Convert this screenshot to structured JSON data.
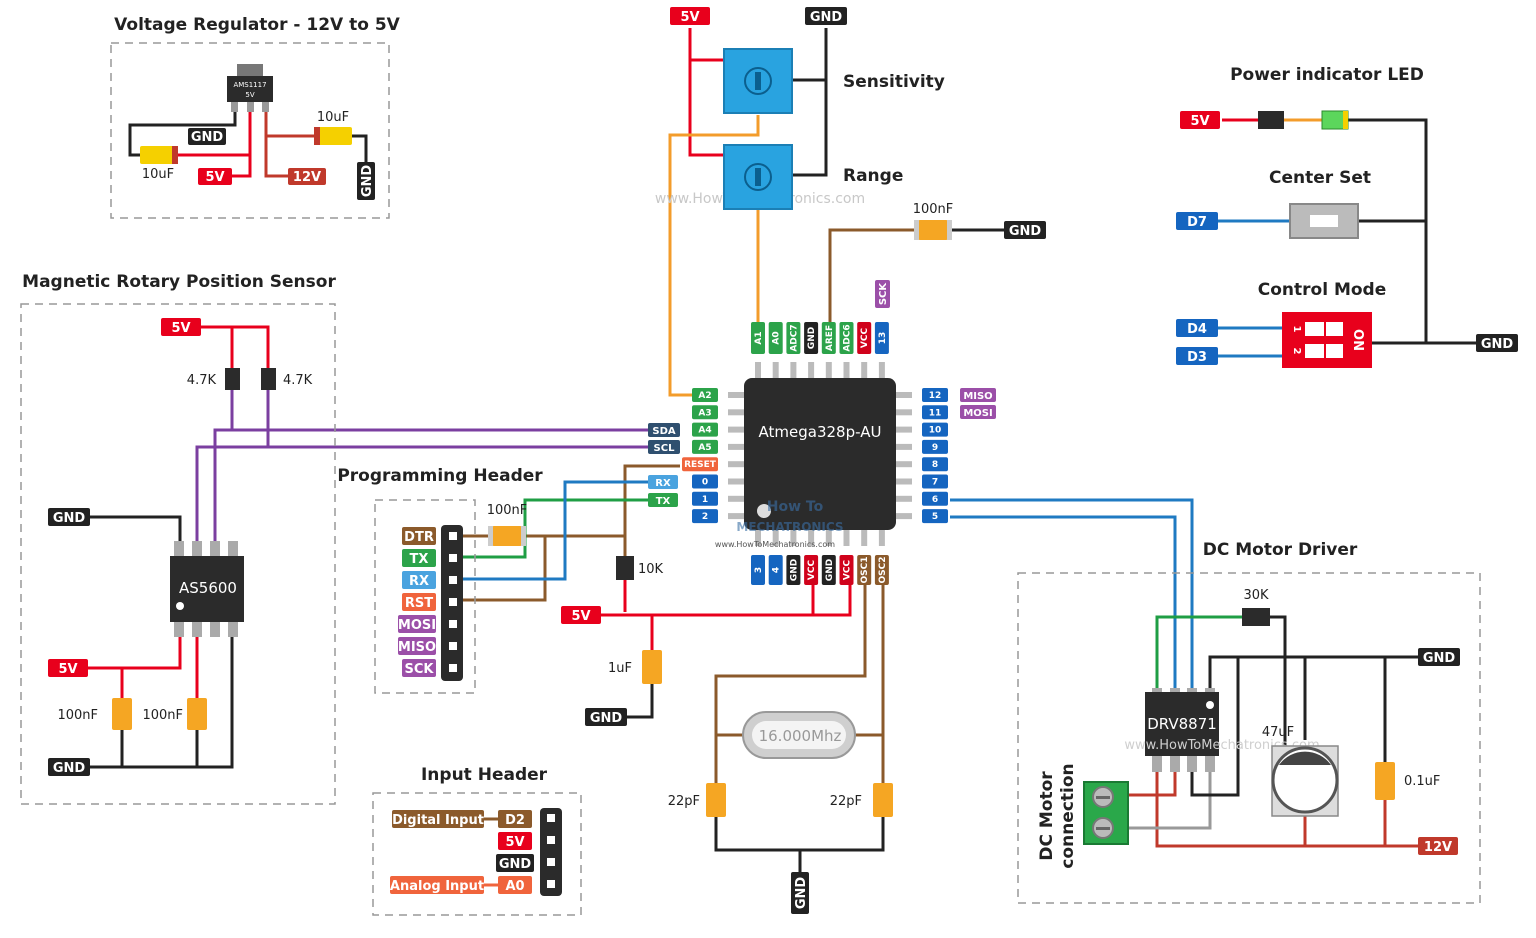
{
  "colors": {
    "red": "#e8001c",
    "dark": "#222222",
    "blue_net": "#1f7ac2",
    "green_net": "#1f9e44",
    "purple_net": "#7b3fa0",
    "brown_net": "#8b5a2b",
    "orange_net": "#f39c2b",
    "pin_green": "#2ca34a",
    "pin_blue": "#1565c0",
    "pin_red": "#d0021b",
    "pin_purple": "#9b4fa8",
    "cap_orange": "#f5a623",
    "cap_yellow": "#f5d000"
  },
  "titles": {
    "regulator": "Voltage Regulator - 12V to 5V",
    "sensor": "Magnetic Rotary Position Sensor",
    "prog_header": "Programming Header",
    "input_header": "Input Header",
    "power_led": "Power indicator LED",
    "center_set": "Center Set",
    "control_mode": "Control Mode",
    "motor_driver": "DC Motor Driver",
    "sensitivity": "Sensitivity",
    "range": "Range"
  },
  "regulator": {
    "chip_line1": "AMS1117",
    "chip_line2": "5V",
    "cap_left": "10uF",
    "cap_right": "10uF",
    "gnd_a": "GND",
    "gnd_b": "GND",
    "v5": "5V",
    "v12": "12V"
  },
  "sensor": {
    "chip": "AS5600",
    "v5_top": "5V",
    "r1": "4.7K",
    "r2": "4.7K",
    "gnd_top": "GND",
    "v5_bottom": "5V",
    "c1": "100nF",
    "c2": "100nF",
    "gnd_bottom": "GND"
  },
  "pots": {
    "v5": "5V",
    "gnd": "GND"
  },
  "mcu": {
    "name": "Atmega328p-AU",
    "aref_cap": "100nF",
    "aref_gnd": "GND",
    "sck_tag": "SCK",
    "top_pins": [
      "A1",
      "A0",
      "ADC7",
      "GND",
      "AREF",
      "ADC6",
      "VCC",
      "13"
    ],
    "left_pins": [
      "A2",
      "A3",
      "A4",
      "A5",
      "RESET",
      "0",
      "1",
      "2"
    ],
    "right_pins": [
      "12",
      "11",
      "10",
      "9",
      "8",
      "7",
      "6",
      "5"
    ],
    "bottom_pins": [
      "3",
      "4",
      "GND",
      "VCC",
      "GND",
      "VCC",
      "OSC1",
      "OSC2"
    ],
    "sda": "SDA",
    "scl": "SCL",
    "rx": "RX",
    "tx": "TX",
    "miso": "MISO",
    "mosi": "MOSI",
    "watermark_a": "How To",
    "watermark_b": "MECHATRONICS",
    "watermark_c": "www.HowToMechatronics.com"
  },
  "prog": {
    "pins": [
      "DTR",
      "TX",
      "RX",
      "RST",
      "MOSI",
      "MISO",
      "SCK"
    ],
    "cap": "100nF",
    "res": "10K",
    "v5": "5V",
    "cap2": "1uF",
    "gnd": "GND"
  },
  "crystal": {
    "freq": "16.000Mhz",
    "c1": "22pF",
    "c2": "22pF",
    "gnd": "GND"
  },
  "input_header": {
    "digital": "Digital Input",
    "d2": "D2",
    "v5": "5V",
    "gnd": "GND",
    "analog": "Analog Input",
    "a0": "A0"
  },
  "right_panel": {
    "led_5v": "5V",
    "d7": "D7",
    "d4": "D4",
    "d3": "D3",
    "gnd": "GND",
    "dip_1": "1",
    "dip_2": "2",
    "dip_on": "ON"
  },
  "driver": {
    "chip": "DRV8871",
    "res": "30K",
    "gnd": "GND",
    "cap_big": "47uF",
    "cap_small": "0.1uF",
    "v12": "12V",
    "motor_l1": "DC Motor",
    "motor_l2": "connection",
    "watermark": "www.HowToMechatronics.com"
  },
  "watermark_top": "www.HowToMechatronics.com"
}
